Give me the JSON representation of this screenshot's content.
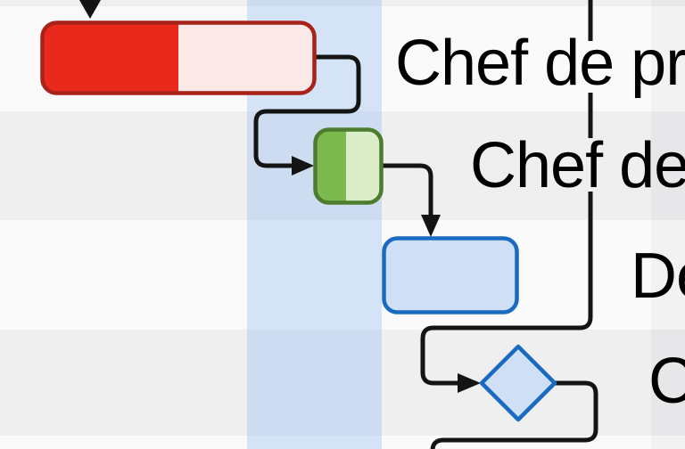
{
  "diagram": {
    "type": "flowchart-over-schedule-grid",
    "labels": [
      {
        "text": "Chef de proc"
      },
      {
        "text": "Chef de p"
      },
      {
        "text": "Dé"
      },
      {
        "text": "Ch"
      }
    ],
    "shapes": [
      {
        "name": "task-red-bar",
        "kind": "rounded-task-bar",
        "progress": "50%"
      },
      {
        "name": "task-green-node",
        "kind": "rounded-task-node",
        "progress": "47%"
      },
      {
        "name": "task-blue-node",
        "kind": "rounded-task-node"
      },
      {
        "name": "decision-diamond",
        "kind": "decision"
      }
    ],
    "colors": {
      "row_light": "#fafafa",
      "row_dark": "#efeff0",
      "highlight_column": "rgba(150,190,240,0.38)",
      "right_column": "rgba(90,95,120,0.05)",
      "connector": "#141414",
      "red_fill": "#e8291c",
      "red_fill_light": "#fae9e7",
      "red_stroke": "#a8221a",
      "green_fill": "#7cb94f",
      "green_fill_light": "#dcedca",
      "green_stroke": "#4d7c2e",
      "blue_fill": "#cfe0f6",
      "blue_stroke": "#1a6bc0",
      "text_color": "#000000"
    }
  }
}
